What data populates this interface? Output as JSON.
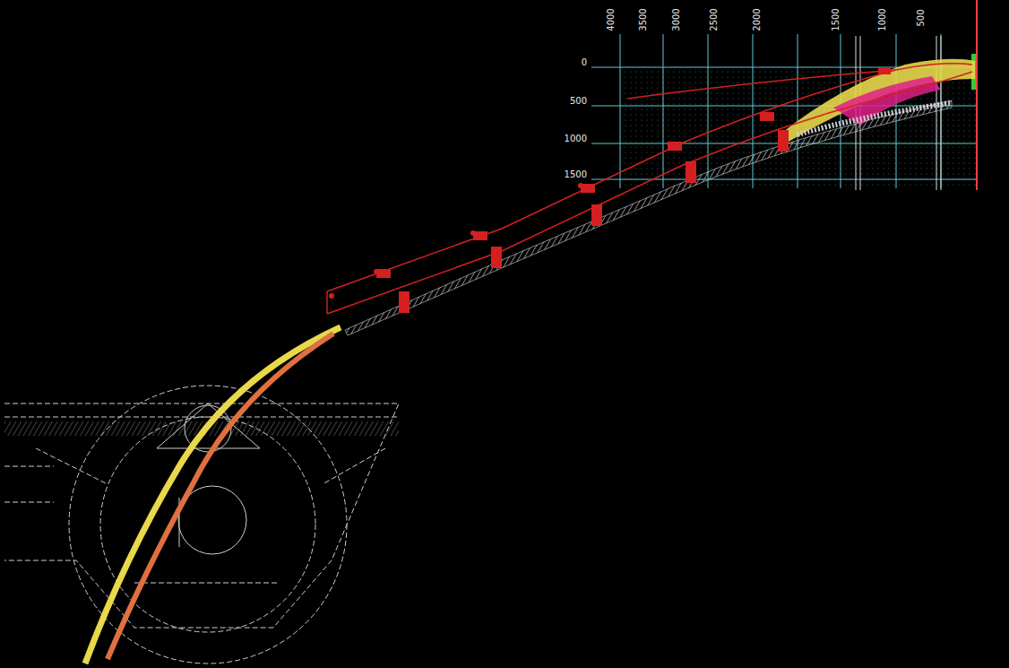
{
  "diagram": {
    "labels": [
      "4000",
      "3500",
      "3000",
      "2500",
      "2000",
      "1500",
      "1000",
      "500",
      "0",
      "500",
      "1000",
      "1500"
    ]
  }
}
